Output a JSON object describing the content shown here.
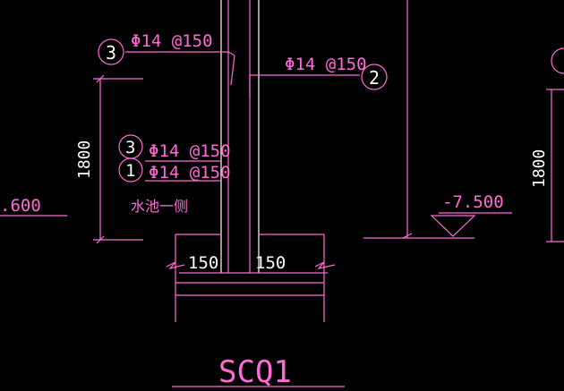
{
  "colors": {
    "background": "#000000",
    "line_white": "#ffffff",
    "line_magenta": "#ff6ad5",
    "text_white": "#ffffff",
    "text_magenta": "#ff6ad5"
  },
  "rebar_labels": {
    "top_left": {
      "mark": "3",
      "spec": "Φ14 @150"
    },
    "top_right": {
      "mark": "2",
      "spec": "Φ14 @150"
    },
    "mid_upper": {
      "mark": "3",
      "spec": "Φ14 @150"
    },
    "mid_lower": {
      "mark": "1",
      "spec": "Φ14 @150"
    }
  },
  "annotations": {
    "pool_side": "水池一侧",
    "dim_height_left": "1800",
    "dim_height_right": "1800",
    "left_elev": ".600",
    "right_elev": "-7.500",
    "wall_thick_left": "150",
    "wall_thick_right": "150"
  },
  "section_title": "SCQ1"
}
